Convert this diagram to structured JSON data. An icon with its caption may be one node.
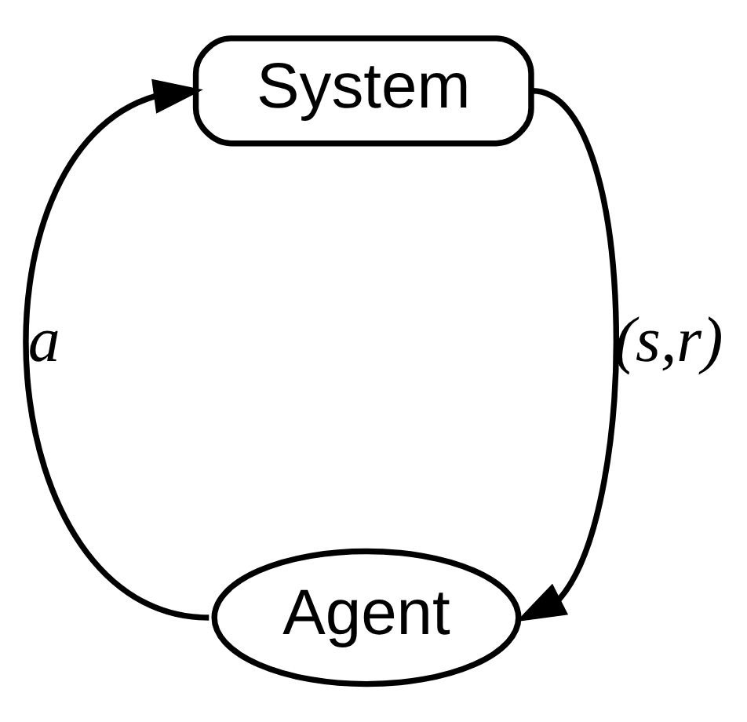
{
  "diagram": {
    "nodes": [
      {
        "text": [
          "System"
        ]
      },
      {
        "text": [
          "Agent"
        ]
      }
    ],
    "edges": [
      {
        "from": 0,
        "to": 1,
        "arrow": "to",
        "label": "(s,r)"
      },
      {
        "from": 1,
        "to": 0,
        "arrow": "to",
        "label": "a"
      }
    ]
  }
}
